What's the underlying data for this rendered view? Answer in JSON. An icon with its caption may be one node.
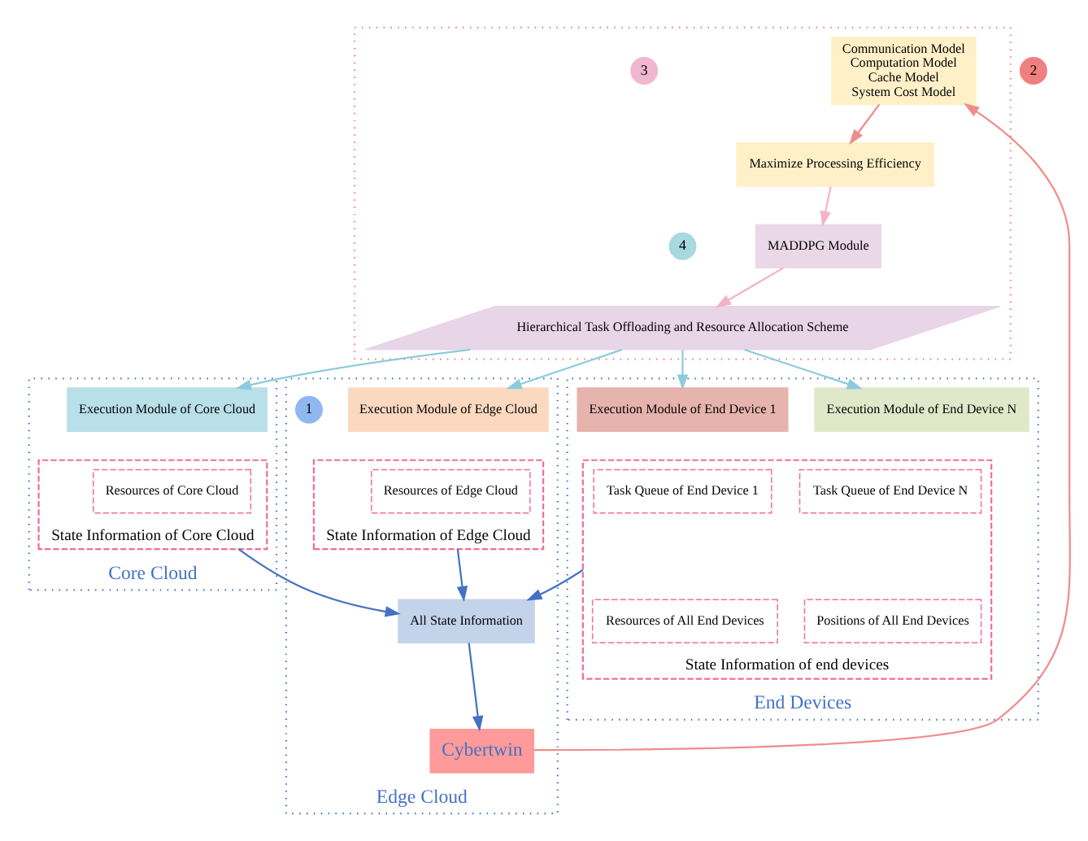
{
  "diagram": {
    "nodes": [
      {
        "text": [
          "Core Cloud"
        ]
      },
      {
        "text": [
          "State Information of Core Cloud"
        ],
        "in": 0
      },
      {
        "text": [
          "Resources of Core Cloud"
        ],
        "in": 1
      },
      {
        "text": [
          "Execution Module of Core Cloud"
        ],
        "in": 0
      },
      {
        "text": [
          "Edge Cloud"
        ]
      },
      {
        "text": [
          "State Information of Edge Cloud"
        ],
        "in": 4
      },
      {
        "text": [
          "Resources of Edge Cloud"
        ],
        "in": 5
      },
      {
        "text": [
          "Execution Module of Edge Cloud"
        ],
        "in": 4
      },
      {
        "text": [
          "1"
        ],
        "in": 4
      },
      {
        "text": [
          "All State Information"
        ],
        "in": 4
      },
      {
        "text": [
          "Cybertwin"
        ],
        "in": 4
      },
      {
        "text": [
          "End Devices"
        ]
      },
      {
        "text": [
          "Execution Module of End Device 1"
        ],
        "in": 11
      },
      {
        "text": [
          "Execution Module of End Device N"
        ],
        "in": 11
      },
      {
        "text": [
          "State Information of end devices"
        ],
        "in": 11
      },
      {
        "text": [
          "Task Queue of End Device 1"
        ],
        "in": 14
      },
      {
        "text": [
          "Task Queue of End Device N"
        ],
        "in": 14
      },
      {
        "text": [
          "Resources of All End Devices"
        ],
        "in": 14
      },
      {
        "text": [
          "Positions of All End Devices"
        ],
        "in": 14
      },
      {
        "text": [
          "2"
        ]
      },
      {
        "text": [],
        "shape": "box"
      },
      {
        "text": [
          "4"
        ],
        "in": 20
      },
      {
        "text": [
          "Hierarchical Task Offloading and Resource Allocation Scheme"
        ],
        "in": 20
      },
      {
        "text": [
          "Communication Model",
          "Computation Model",
          "Cache Model",
          "System Cost Model"
        ],
        "in": 20
      },
      {
        "text": [
          "3"
        ],
        "in": 20
      },
      {
        "text": [
          "MADDPG Module"
        ],
        "in": 20
      },
      {
        "text": [
          "Maximize Processing Efficiency"
        ],
        "in": 20
      }
    ],
    "edges": [
      {
        "from": 1,
        "to": 9,
        "arrow": "to",
        "color": "#4472c4"
      },
      {
        "from": 5,
        "to": 9,
        "arrow": "to",
        "color": "#4472c4"
      },
      {
        "from": 14,
        "to": 9,
        "arrow": "to",
        "color": "#4472c4"
      },
      {
        "from": 9,
        "to": 10,
        "arrow": "to",
        "color": "#4472c4"
      },
      {
        "from": 10,
        "to": 23,
        "arrow": "to",
        "color": "#f08c8c"
      },
      {
        "from": 23,
        "to": 26,
        "arrow": "to",
        "color": "#f08c8c"
      },
      {
        "from": 26,
        "to": 25,
        "arrow": "to",
        "color": "#f0b4c8"
      },
      {
        "from": 25,
        "to": 22,
        "arrow": "to",
        "color": "#f0b4c8"
      },
      {
        "from": 22,
        "to": 3,
        "arrow": "to",
        "color": "#8ccbdc"
      },
      {
        "from": 22,
        "to": 7,
        "arrow": "to",
        "color": "#8ccbdc"
      },
      {
        "from": 22,
        "to": 12,
        "arrow": "to",
        "color": "#8ccbdc"
      },
      {
        "from": 22,
        "to": 13,
        "arrow": "to",
        "color": "#8ccbdc"
      }
    ]
  }
}
